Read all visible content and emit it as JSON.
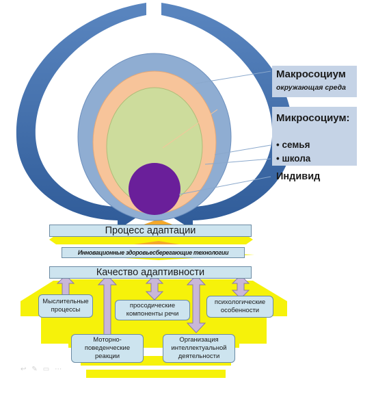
{
  "labels": {
    "macro_title": "Макросоциум",
    "macro_sub": "окружающая среда",
    "micro_title": "Микросоциум:",
    "micro_item1": "• семья",
    "micro_item2": "• школа",
    "individual": "Индивид"
  },
  "bars": {
    "process": "Процесс адаптации",
    "innovations": "Инновационные здоровьесберегающие технологии",
    "quality": "Качество адаптивности"
  },
  "cards": {
    "thinking": "Мыслительные процессы",
    "prosodic": "просодические компоненты речи",
    "psych": "психологические особенности",
    "motor": "Моторно-поведенческие реакции",
    "organization": "Организация интеллектуальной деятельности"
  },
  "colors": {
    "outer_arrow": "#3e6aa8",
    "macro_ring": "#8fadd2",
    "micro_ring": "#f7c49a",
    "inner": "#cddc9c",
    "individual": "#6a1f9a",
    "bar_fill": "#cde4ef",
    "yellow": "#f6f20a",
    "arrow_fill": "#c9b7d8"
  },
  "toolbar_icons": [
    "back-icon",
    "pen-icon",
    "slides-icon",
    "more-icon"
  ]
}
